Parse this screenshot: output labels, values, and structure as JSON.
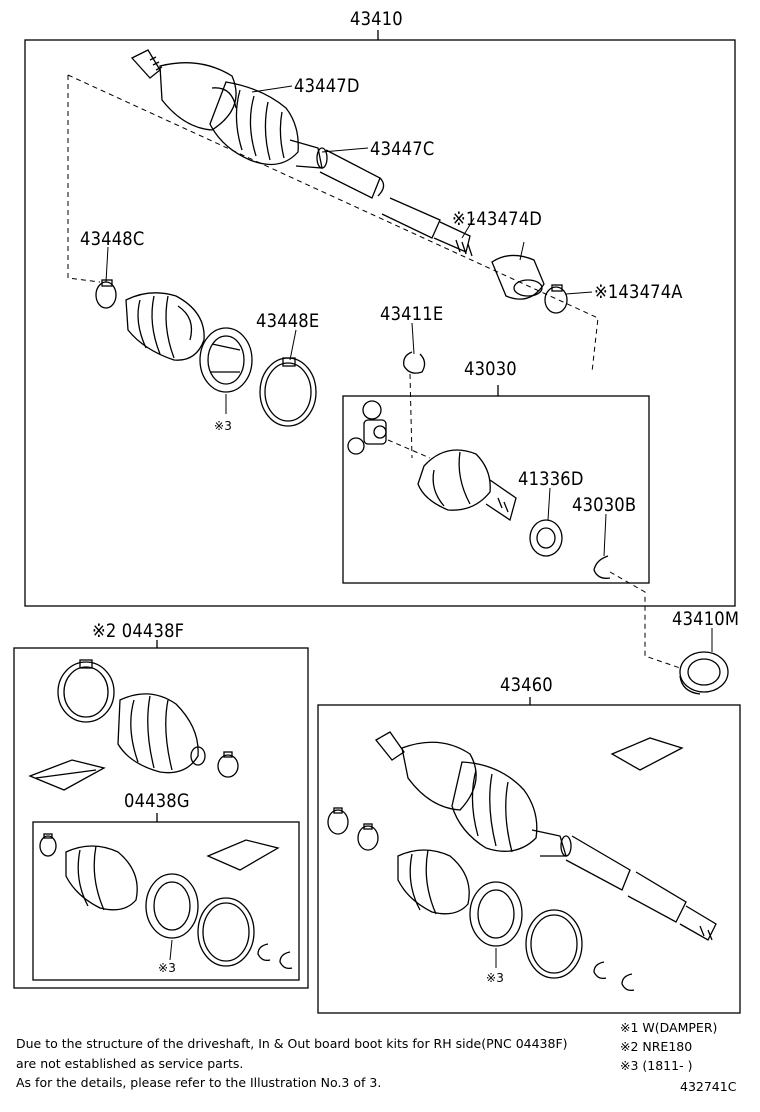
{
  "labels": {
    "main_assembly": "43410",
    "boot_outer_clamp": "43447D",
    "boot_clamp_small": "43447C",
    "damper": "※143474D",
    "inner_clamp": "43448C",
    "damper_clamp": "※143474A",
    "boot_inner_band": "43448E",
    "snap_ring": "43411E",
    "inner_joint": "43030",
    "dust_seal": "41336D",
    "circlip": "43030B",
    "note3_a": "※3",
    "bearing": "43410M",
    "kit_outer": "※2 04438F",
    "kit_inner": "04438G",
    "note3_b": "※3",
    "shaft_assembly": "43460",
    "note3_c": "※3"
  },
  "footnotes": {
    "line1": "Due to the structure of the driveshaft, In & Out board boot kits for RH side(PNC 04438F)",
    "line2": "are not established as service parts.",
    "line3": "As for the details, please refer to the Illustration No.3 of 3."
  },
  "legend": {
    "item1": "※1 W(DAMPER)",
    "item2": "※2 NRE180",
    "item3": "※3 (1811-      )"
  },
  "diagram_id": "432741C"
}
